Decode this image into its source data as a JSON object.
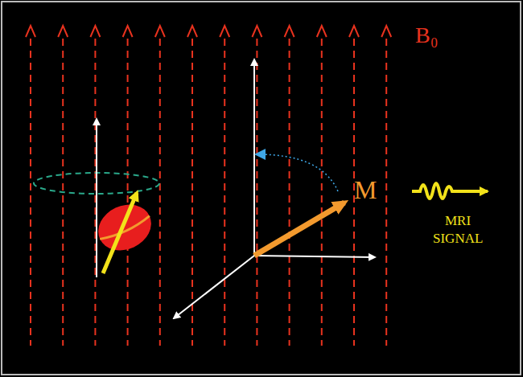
{
  "diagram": {
    "labels": [
      "B₀",
      "M",
      "MRI SIGNAL"
    ]
  }
}
